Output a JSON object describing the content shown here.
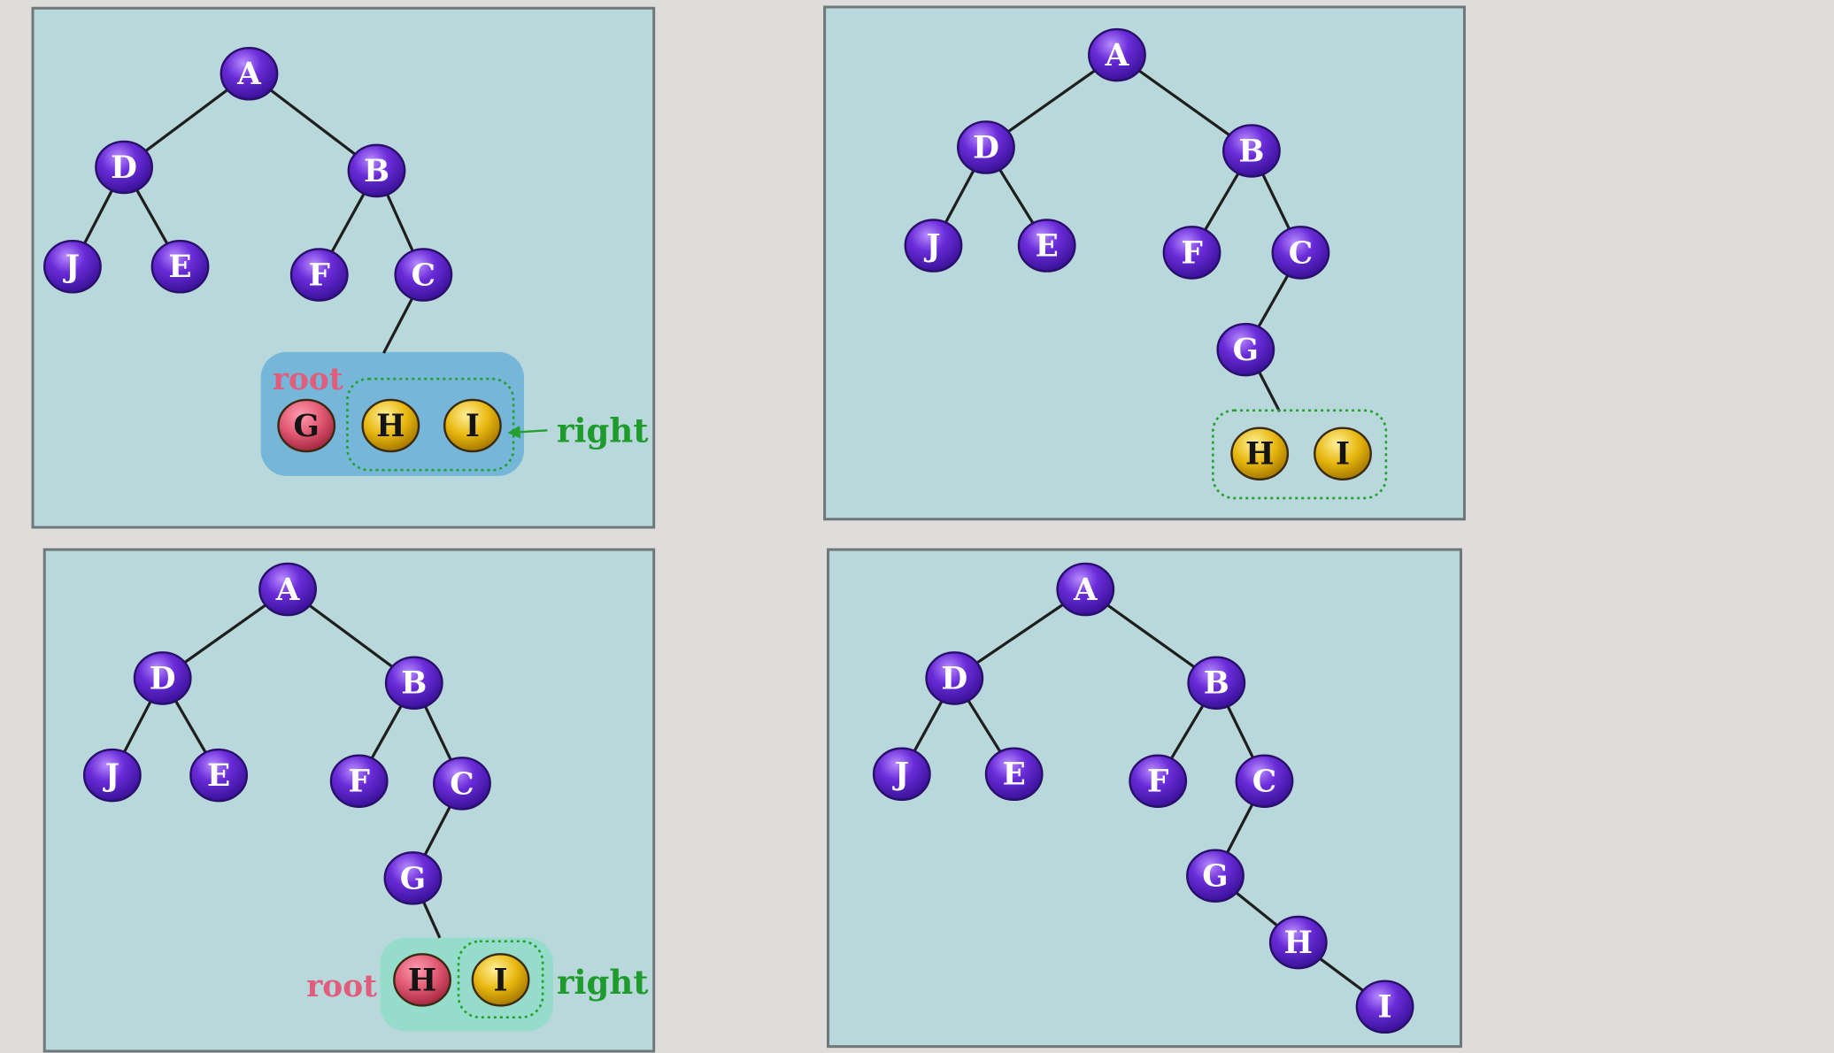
{
  "colors": {
    "page_bg": "#dedddc",
    "panel_bg": "#b9d8dc",
    "panel_border": "#6f7778",
    "node_fill": "#6a2cd8",
    "node_stroke": "#2a0f6a",
    "node_text": "#ffffff",
    "root_node_fill": "#e05872",
    "right_node_fill": "#e8b810",
    "root_label": "#e05d7c",
    "right_label": "#1f9a2c",
    "dotted_box": "#24a02f",
    "highlight_blue": "#72b4d8",
    "highlight_teal": "#94dcc8",
    "edge": "#1e1e1e"
  },
  "panels": [
    {
      "id": "panel-1",
      "nodes": [
        "A",
        "D",
        "B",
        "J",
        "E",
        "F",
        "C"
      ],
      "group": {
        "root": "G",
        "right": [
          "H",
          "I"
        ]
      },
      "annotations": {
        "root_label": "root",
        "right_label": "right"
      }
    },
    {
      "id": "panel-2",
      "nodes": [
        "A",
        "D",
        "B",
        "J",
        "E",
        "F",
        "C",
        "G"
      ],
      "group": {
        "right": [
          "H",
          "I"
        ]
      }
    },
    {
      "id": "panel-3",
      "nodes": [
        "A",
        "D",
        "B",
        "J",
        "E",
        "F",
        "C",
        "G"
      ],
      "group": {
        "root": "H",
        "right": [
          "I"
        ]
      },
      "annotations": {
        "root_label": "root",
        "right_label": "right"
      }
    },
    {
      "id": "panel-4",
      "nodes": [
        "A",
        "D",
        "B",
        "J",
        "E",
        "F",
        "C",
        "G",
        "H",
        "I"
      ]
    }
  ]
}
